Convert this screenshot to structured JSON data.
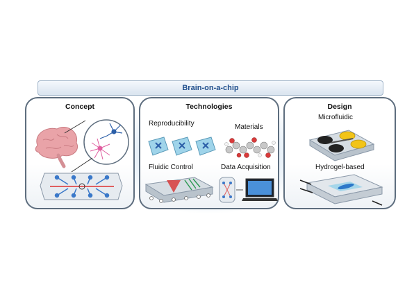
{
  "header": {
    "title": "Brain-on-a-chip"
  },
  "panels": {
    "concept": {
      "title": "Concept"
    },
    "technologies": {
      "title": "Technologies",
      "items": [
        "Reproducibility",
        "Materials",
        "Fluidic Control",
        "Data Acquisition"
      ]
    },
    "design": {
      "title": "Design",
      "items": [
        "Microfluidic",
        "Hydrogel-based"
      ]
    }
  },
  "colors": {
    "title_text": "#1f4e8c",
    "panel_border": "#5d6d7e",
    "glow": "#78aad7",
    "brain": "#e9a3a8",
    "neuron_blue": "#2c5fa8",
    "neuron_pink": "#e05fa0",
    "chip_channel": "#3a78c9",
    "yellow_pad": "#f2c418"
  }
}
